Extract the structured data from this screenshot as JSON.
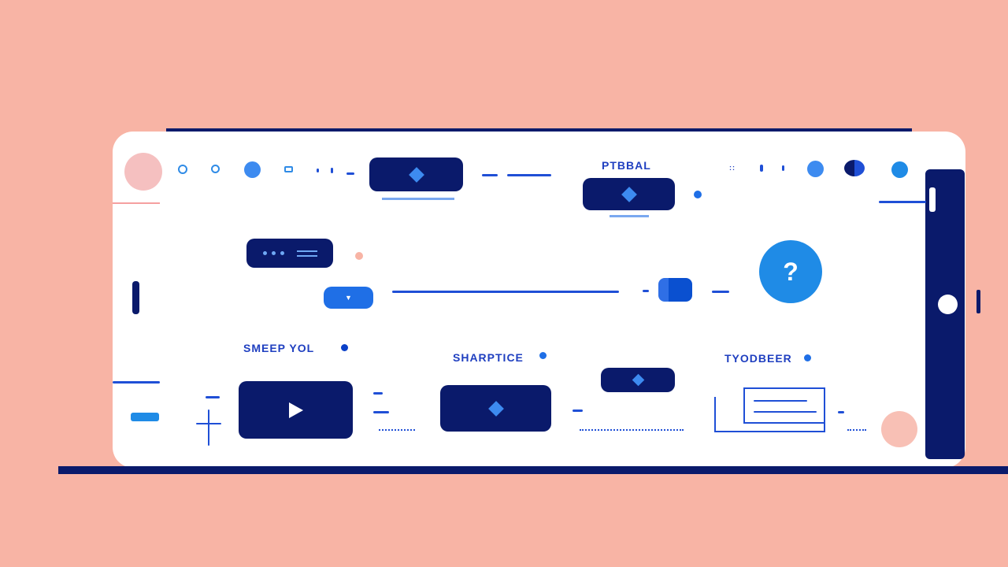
{
  "header": {
    "title": "PTBBAL"
  },
  "sections": [
    {
      "label": "SMEEP YOL"
    },
    {
      "label": "SHARPTICE"
    },
    {
      "label": "TYODBEER"
    }
  ],
  "help": {
    "label": "?"
  },
  "colors": {
    "background": "#f8b4a5",
    "navy": "#0a1a6b",
    "accent": "#2f8be6"
  }
}
